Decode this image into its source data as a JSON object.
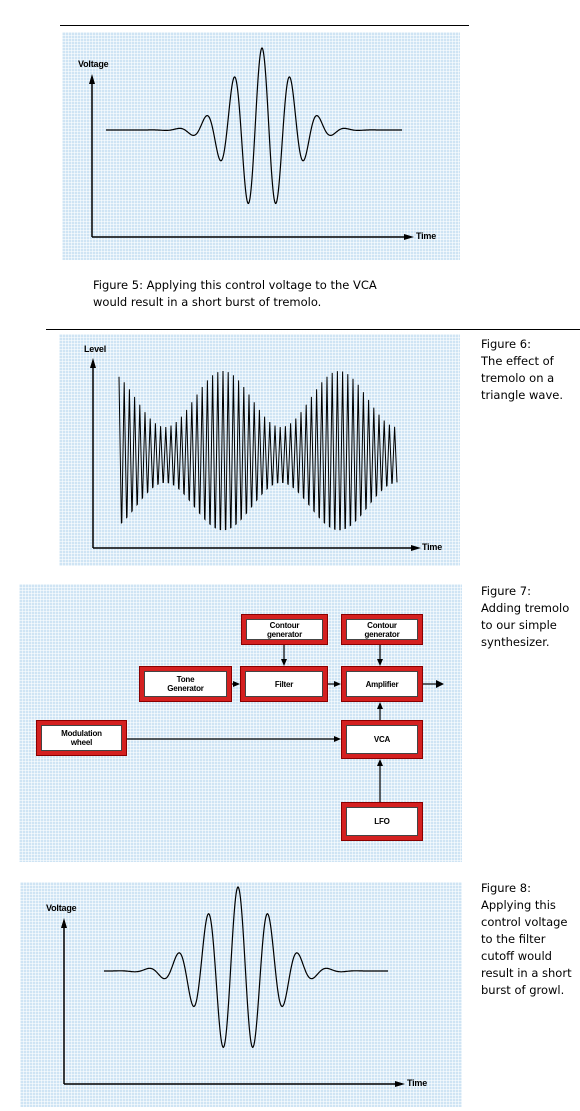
{
  "figure5": {
    "y_axis_label": "Voltage",
    "x_axis_label": "Time",
    "caption_lines": [
      "Figure 5: Applying this control voltage to the VCA",
      "would result in a short burst of tremolo."
    ]
  },
  "figure6": {
    "y_axis_label": "Level",
    "x_axis_label": "Time",
    "caption_lines": [
      "Figure 6:",
      "The effect of",
      "tremolo on a",
      "triangle wave."
    ]
  },
  "figure7": {
    "caption_lines": [
      "Figure 7:",
      "Adding tremolo",
      "to our simple",
      "synthesizer."
    ],
    "blocks": {
      "contour_generator_1": "Contour\ngenerator",
      "contour_generator_2": "Contour\ngenerator",
      "tone_generator": "Tone\nGenerator",
      "filter": "Filter",
      "amplifier": "Amplifier",
      "modulation_wheel": "Modulation\nwheel",
      "vca": "VCA",
      "lfo": "LFO"
    }
  },
  "figure8": {
    "y_axis_label": "Voltage",
    "x_axis_label": "Time",
    "caption_lines": [
      "Figure 8:",
      "Applying this",
      "control voltage",
      "to the filter",
      "cutoff would",
      "result in a short",
      "burst of growl."
    ]
  },
  "colors": {
    "panel_background": "#cfe4f4",
    "block_border": "#d42020",
    "line": "#000000"
  }
}
